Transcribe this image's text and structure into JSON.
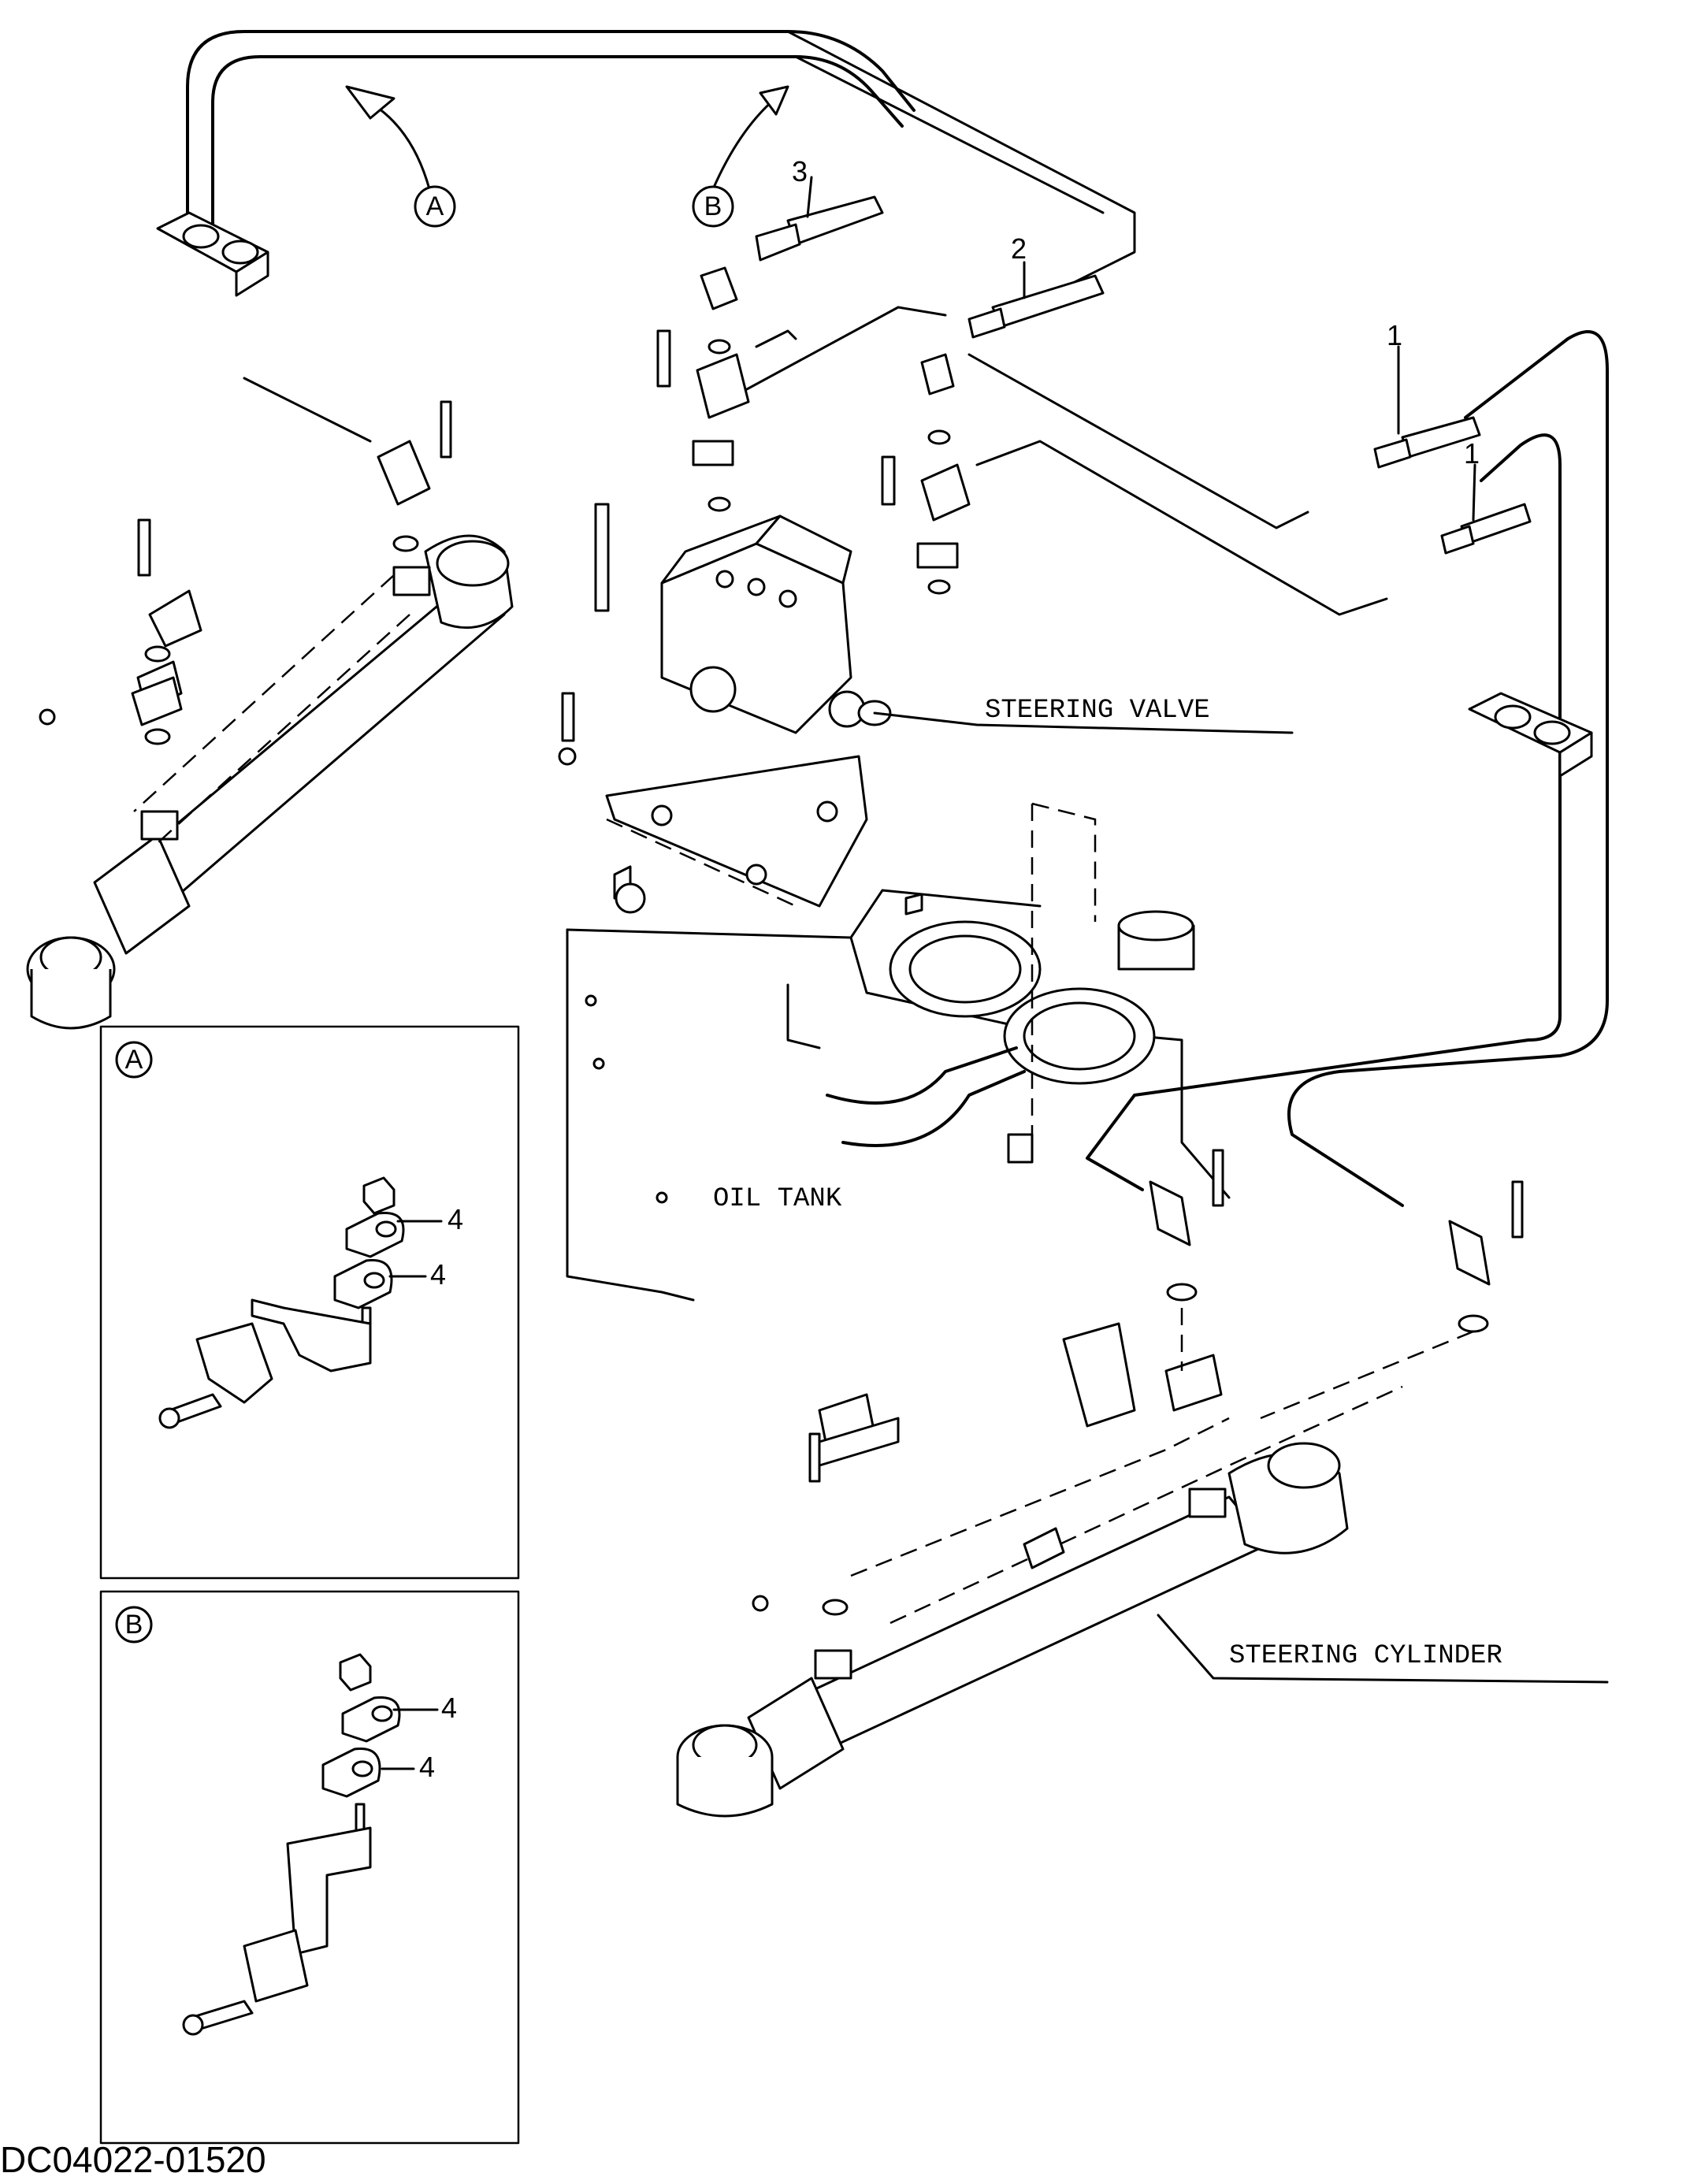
{
  "labels": {
    "steering_valve": "STEERING VALVE",
    "oil_tank": "OIL TANK",
    "steering_cylinder": "STEERING CYLINDER"
  },
  "callouts": {
    "view_a": "A",
    "view_b": "B"
  },
  "part_numbers": {
    "hose_1a": "1",
    "hose_1b": "1",
    "hose_2": "2",
    "hose_3": "3",
    "clamp_a_upper": "4",
    "clamp_a_lower": "4",
    "clamp_b_upper": "4",
    "clamp_b_lower": "4"
  },
  "detail_views": {
    "a_title": "A",
    "b_title": "B"
  },
  "document_code": "DC04022-01520"
}
